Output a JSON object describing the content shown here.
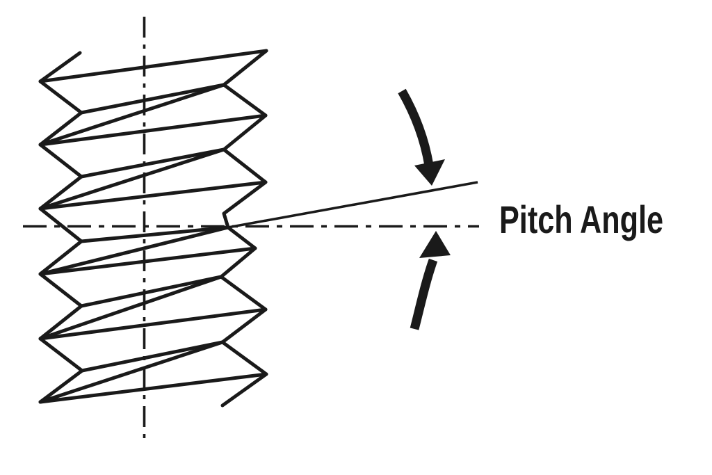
{
  "diagram": {
    "type": "technical-line-diagram",
    "subject": "screw thread side view illustrating pitch angle",
    "labels": {
      "pitch_angle": "Pitch Angle"
    },
    "colors": {
      "line": "#1a1a1a",
      "background": "#ffffff"
    },
    "parts": [
      "thread-profile",
      "vertical-centerline",
      "horizontal-centerline",
      "pitch-line",
      "curved-arrow-down-icon",
      "curved-arrow-up-icon",
      "pitch-angle-label"
    ]
  }
}
